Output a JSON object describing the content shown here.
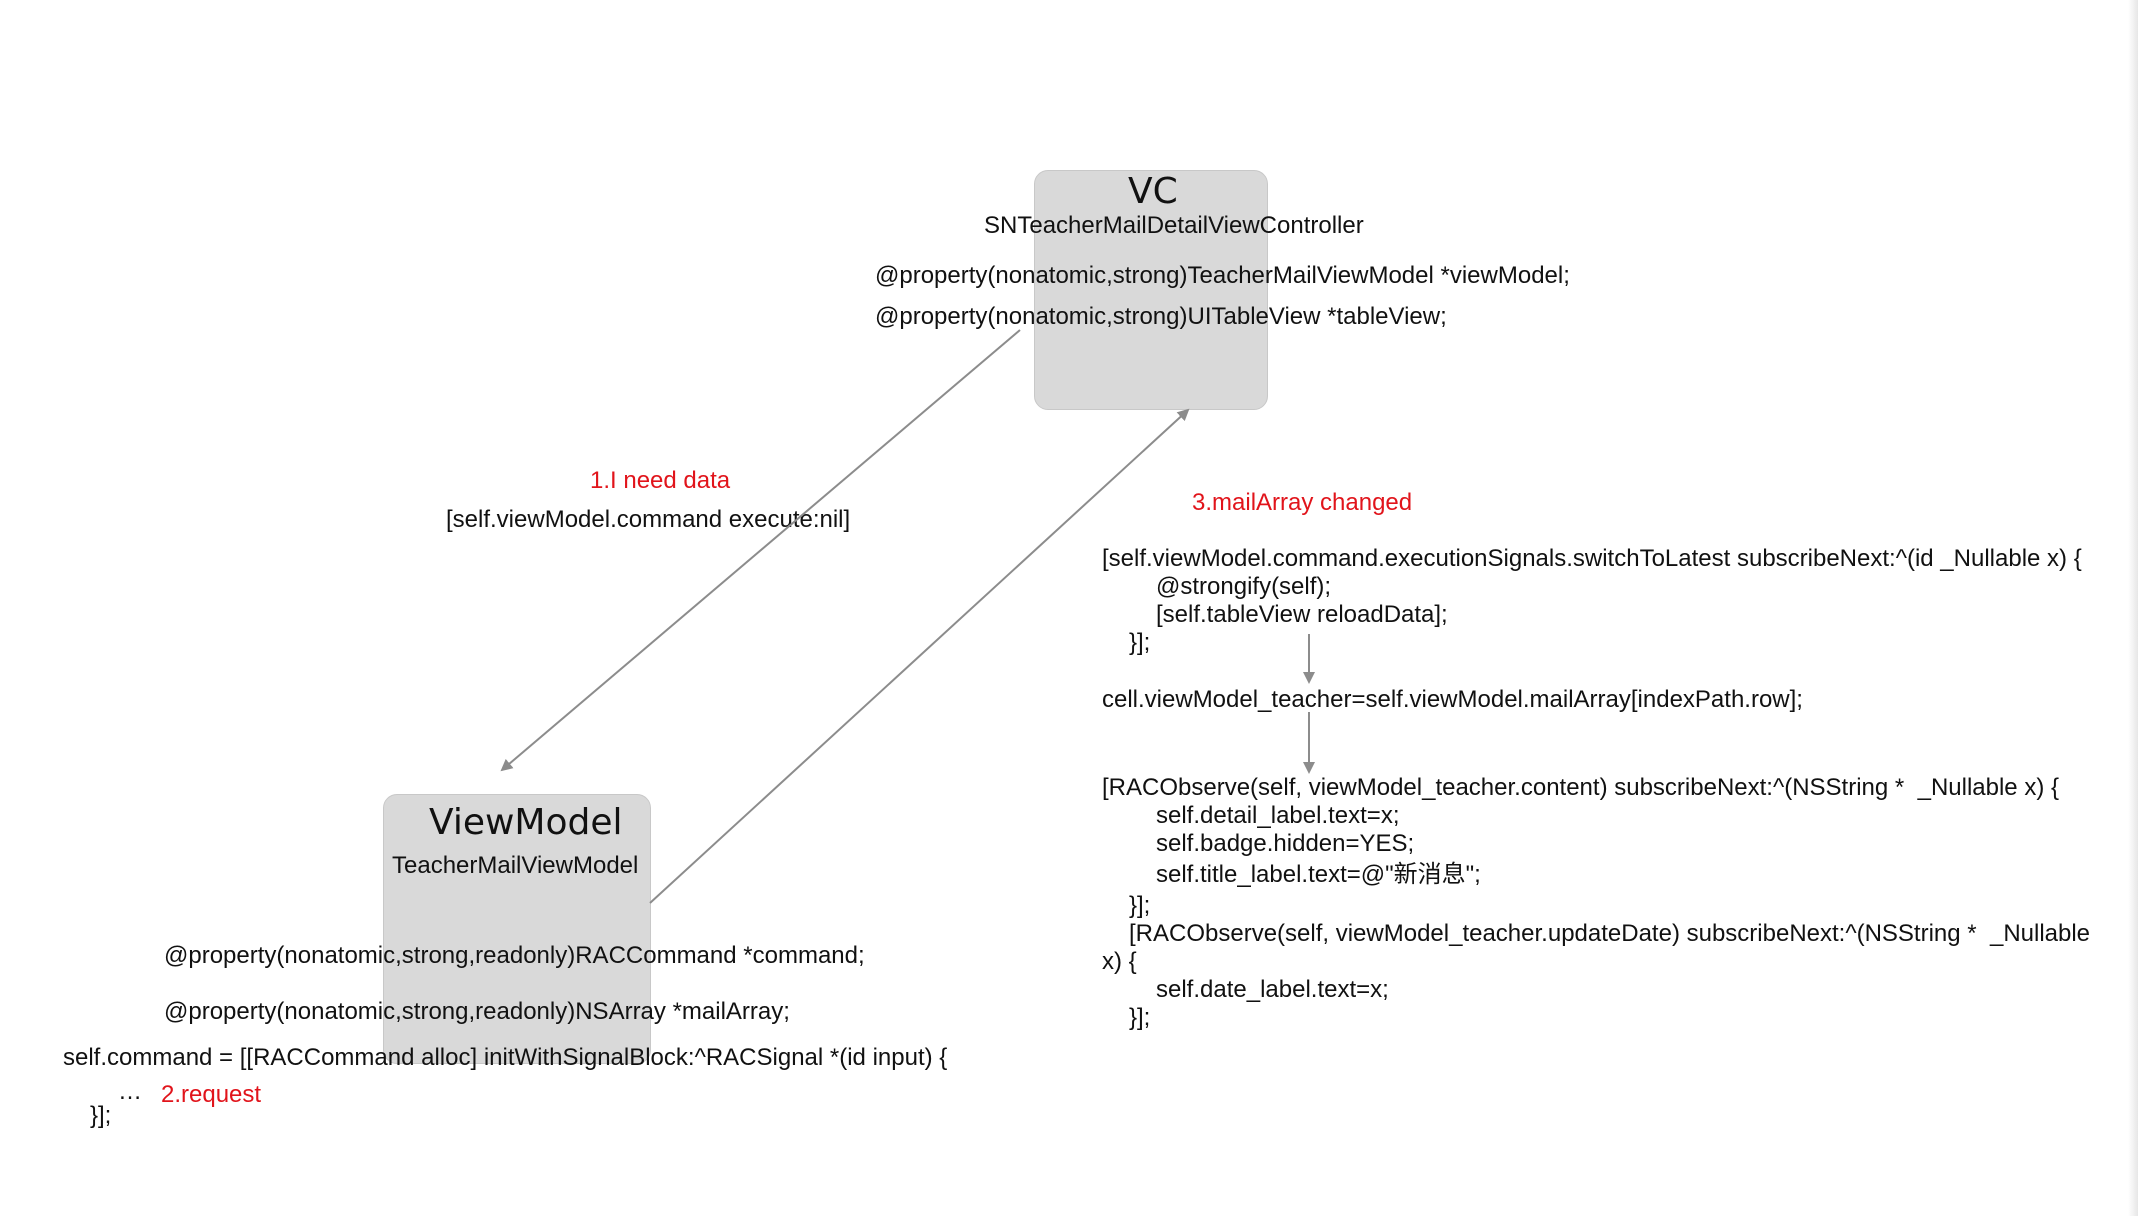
{
  "vc": {
    "title": "VC",
    "class_name": "SNTeacherMailDetailViewController",
    "properties": [
      "@property(nonatomic,strong)TeacherMailViewModel *viewModel;",
      "@property(nonatomic,strong)UITableView *tableView;"
    ]
  },
  "viewmodel": {
    "title": "ViewModel",
    "class_name": "TeacherMailViewModel",
    "properties": [
      "@property(nonatomic,strong,readonly)RACCommand *command;",
      "@property(nonatomic,strong,readonly)NSArray *mailArray;"
    ],
    "code": [
      "self.command = [[RACCommand alloc] initWithSignalBlock:^RACSignal *(id input) {",
      "…",
      "}];"
    ],
    "request_label": "2.request"
  },
  "step1": {
    "label": "1.I need data",
    "code": "[self.viewModel.command execute:nil]"
  },
  "step3": {
    "label": "3.mailArray changed",
    "block1": [
      "[self.viewModel.command.executionSignals.switchToLatest subscribeNext:^(id _Nullable x) {",
      "@strongify(self);",
      "[self.tableView reloadData];",
      "}];"
    ],
    "cell_line": "cell.viewModel_teacher=self.viewModel.mailArray[indexPath.row];",
    "block2": [
      "[RACObserve(self, viewModel_teacher.content) subscribeNext:^(NSString *  _Nullable x) {",
      "self.detail_label.text=x;",
      "self.badge.hidden=YES;",
      "self.title_label.text=@\"新消息\";",
      "}];",
      "[RACObserve(self, viewModel_teacher.updateDate) subscribeNext:^(NSString *  _Nullable",
      "x) {",
      "self.date_label.text=x;",
      "}];"
    ]
  },
  "colors": {
    "box_fill": "#d9d9d9",
    "arrow": "#8c8c8c",
    "highlight_red": "#e1141b",
    "text": "#111111"
  }
}
